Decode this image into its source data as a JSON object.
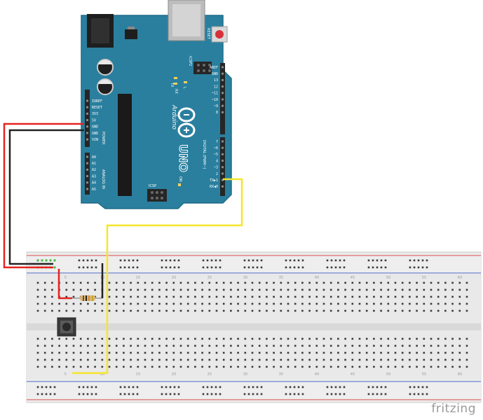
{
  "brand": {
    "watermark": "fritzing"
  },
  "arduino": {
    "board_name": "UNO",
    "brand_name": "Arduino",
    "reset_label": "RESET",
    "icsp2_label": "ICSP2",
    "icsp_label": "ICSP",
    "tx_label": "TX",
    "rx_label": "RX",
    "l_label": "L",
    "on_label": "ON",
    "digital_label": "DIGITAL (PWM~)",
    "power_label": "POWER",
    "analog_label": "ANALOG IN",
    "power_pins": [
      "IOREF",
      "RESET",
      "3V3",
      "5V",
      "GND",
      "GND",
      "VIN"
    ],
    "analog_pins": [
      "A0",
      "A1",
      "A2",
      "A3",
      "A4",
      "A5"
    ],
    "digital_top": [
      "AREF",
      "GND",
      "13",
      "12",
      "~11",
      "~10",
      "~9",
      "8"
    ],
    "digital_bottom": [
      "7",
      "~6",
      "~5",
      "4",
      "~3",
      "2",
      "TX▶1",
      "RX◀0"
    ]
  },
  "breadboard": {
    "column_numbers": [
      "5",
      "10",
      "15",
      "20",
      "25",
      "30",
      "35",
      "40",
      "45",
      "50",
      "55",
      "60"
    ]
  },
  "colors": {
    "board": "#2a7f9e",
    "board_edge": "#1f6c88",
    "wire_red": "#e52421",
    "wire_black": "#222222",
    "wire_yellow": "#f4e62a",
    "rail_red": "#d94b4b",
    "rail_blue": "#4a67c7"
  }
}
